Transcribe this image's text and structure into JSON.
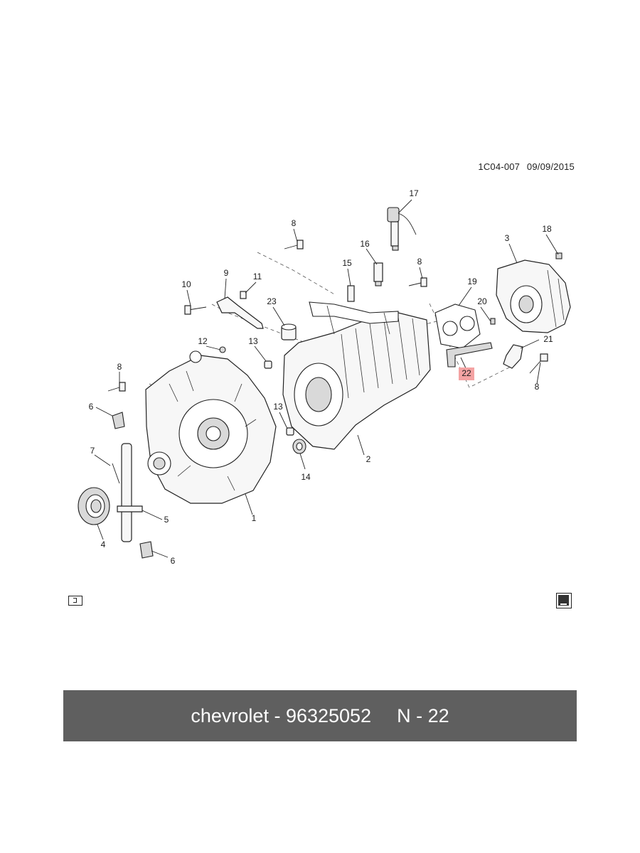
{
  "header": {
    "drawing_code": "1C04-007",
    "drawing_date": "09/09/2015"
  },
  "callouts": [
    {
      "label": "17"
    },
    {
      "label": "18"
    },
    {
      "label": "8"
    },
    {
      "label": "16"
    },
    {
      "label": "3"
    },
    {
      "label": "15"
    },
    {
      "label": "8"
    },
    {
      "label": "19"
    },
    {
      "label": "9"
    },
    {
      "label": "11"
    },
    {
      "label": "10"
    },
    {
      "label": "20"
    },
    {
      "label": "23"
    },
    {
      "label": "13"
    },
    {
      "label": "12"
    },
    {
      "label": "21"
    },
    {
      "label": "22",
      "highlighted": true
    },
    {
      "label": "8"
    },
    {
      "label": "8"
    },
    {
      "label": "6"
    },
    {
      "label": "13"
    },
    {
      "label": "7"
    },
    {
      "label": "2"
    },
    {
      "label": "14"
    },
    {
      "label": "5"
    },
    {
      "label": "1"
    },
    {
      "label": "4"
    },
    {
      "label": "6"
    }
  ],
  "icons": {
    "left": "navigation-icon",
    "right": "gm-logo-icon"
  },
  "footer": {
    "brand_part": "chevrolet - 96325052",
    "position": "N - 22"
  },
  "colors": {
    "highlight": "#f4a3a3",
    "footer_bg": "#5f5f5f",
    "footer_text": "#ffffff"
  }
}
